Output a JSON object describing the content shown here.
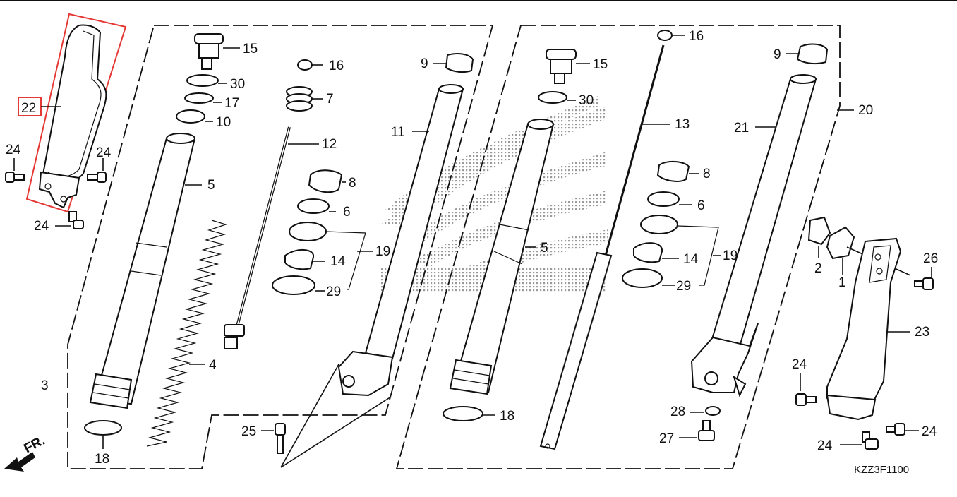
{
  "diagram": {
    "code": "KZZ3F1100",
    "direction": "FR.",
    "highlight_color": "#e53935",
    "labels": [
      {
        "id": "22",
        "text": "22"
      },
      {
        "id": "24a",
        "text": "24"
      },
      {
        "id": "24b",
        "text": "24"
      },
      {
        "id": "24c",
        "text": "24"
      },
      {
        "id": "3",
        "text": "3"
      },
      {
        "id": "15L",
        "text": "15"
      },
      {
        "id": "30L",
        "text": "30"
      },
      {
        "id": "17",
        "text": "17"
      },
      {
        "id": "10",
        "text": "10"
      },
      {
        "id": "5L",
        "text": "5"
      },
      {
        "id": "4",
        "text": "4"
      },
      {
        "id": "18L",
        "text": "18"
      },
      {
        "id": "16L",
        "text": "16"
      },
      {
        "id": "7",
        "text": "7"
      },
      {
        "id": "12",
        "text": "12"
      },
      {
        "id": "8L",
        "text": "8"
      },
      {
        "id": "6L",
        "text": "6"
      },
      {
        "id": "19L",
        "text": "19"
      },
      {
        "id": "14L",
        "text": "14"
      },
      {
        "id": "29L",
        "text": "29"
      },
      {
        "id": "25",
        "text": "25"
      },
      {
        "id": "9L",
        "text": "9"
      },
      {
        "id": "11",
        "text": "11"
      },
      {
        "id": "15R",
        "text": "15"
      },
      {
        "id": "30R",
        "text": "30"
      },
      {
        "id": "5R",
        "text": "5"
      },
      {
        "id": "18R",
        "text": "18"
      },
      {
        "id": "16R",
        "text": "16"
      },
      {
        "id": "13",
        "text": "13"
      },
      {
        "id": "8R",
        "text": "8"
      },
      {
        "id": "6R",
        "text": "6"
      },
      {
        "id": "19R",
        "text": "19"
      },
      {
        "id": "14R",
        "text": "14"
      },
      {
        "id": "29R",
        "text": "29"
      },
      {
        "id": "28",
        "text": "28"
      },
      {
        "id": "27",
        "text": "27"
      },
      {
        "id": "9R",
        "text": "9"
      },
      {
        "id": "21",
        "text": "21"
      },
      {
        "id": "20",
        "text": "20"
      },
      {
        "id": "2",
        "text": "2"
      },
      {
        "id": "1",
        "text": "1"
      },
      {
        "id": "26",
        "text": "26"
      },
      {
        "id": "23",
        "text": "23"
      },
      {
        "id": "24d",
        "text": "24"
      },
      {
        "id": "24e",
        "text": "24"
      },
      {
        "id": "24f",
        "text": "24"
      }
    ]
  }
}
